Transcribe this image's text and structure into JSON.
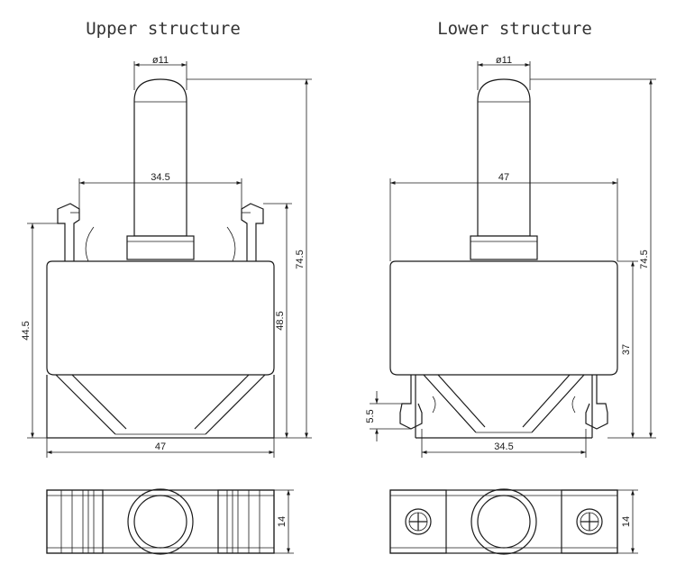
{
  "titles": {
    "upper": "Upper structure",
    "lower": "Lower structure"
  },
  "upper": {
    "dia": "ø11",
    "d_34_5": "34.5",
    "d_74_5": "74.5",
    "d_44_5": "44.5",
    "d_48_5": "48.5",
    "d_47": "47",
    "d_14": "14"
  },
  "lower": {
    "dia": "ø11",
    "d_47": "47",
    "d_74_5": "74.5",
    "d_37": "37",
    "d_5_5": "5.5",
    "d_34_5": "34.5",
    "d_14": "14"
  }
}
